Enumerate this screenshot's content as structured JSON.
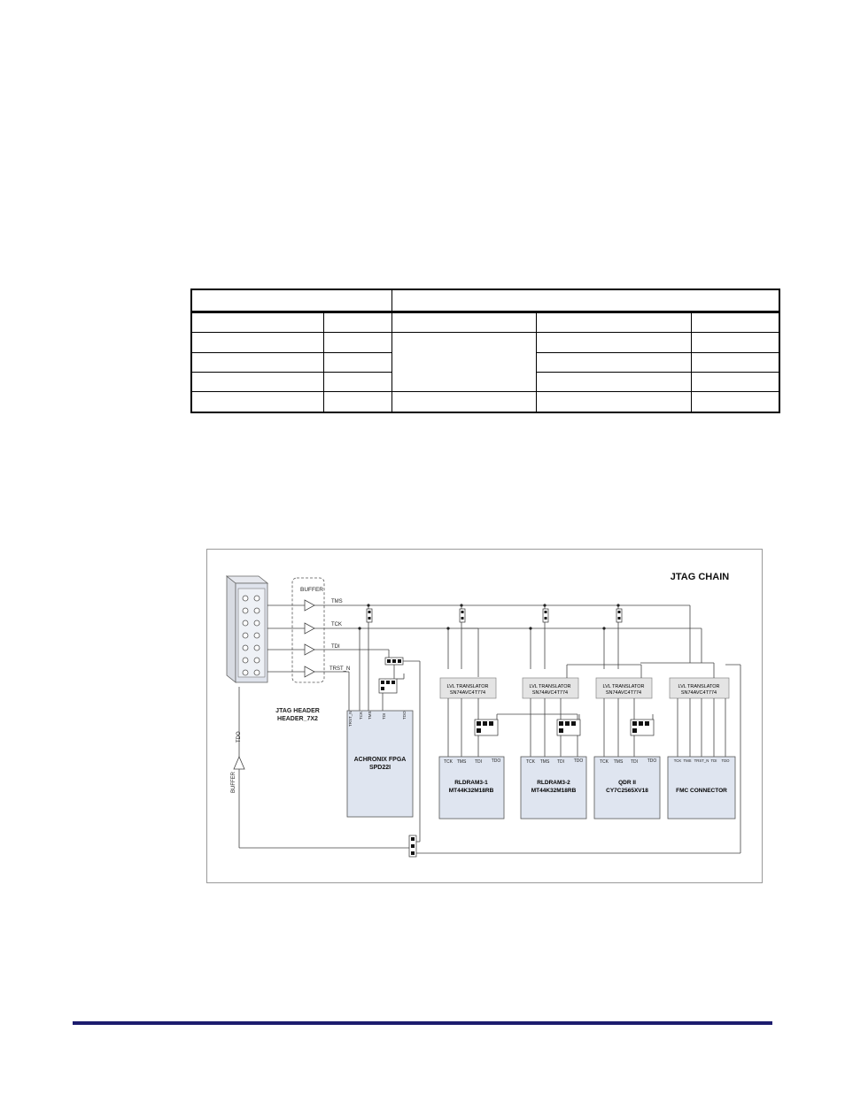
{
  "diagram": {
    "title": "JTAG CHAIN",
    "buffer_label": "BUFFER",
    "header_label_line1": "JTAG HEADER",
    "header_label_line2": "HEADER_7X2",
    "left_buffer_label": "BUFFER",
    "left_tdo_label": "TDO",
    "signals": {
      "tms": "TMS",
      "tck": "TCK",
      "tdi": "TDI",
      "trst": "TRST_N"
    },
    "fpga": {
      "name_line1": "ACHRONIX FPGA",
      "name_line2": "SPD22I",
      "pins": [
        "TRST_N",
        "TCK",
        "TMS",
        "TDI",
        "TDO"
      ]
    },
    "translator": {
      "line1": "LVL TRANSLATOR",
      "line2": "SN74AVC4T774"
    },
    "devices": [
      {
        "line1": "RLDRAM3-1",
        "line2": "MT44K32M18RB",
        "pins": [
          "TCK",
          "TMS",
          "TDI",
          "TDO"
        ]
      },
      {
        "line1": "RLDRAM3-2",
        "line2": "MT44K32M18RB",
        "pins": [
          "TCK",
          "TMS",
          "TDI",
          "TDO"
        ]
      },
      {
        "line1": "QDR II",
        "line2": "CY7C2565XV18",
        "pins": [
          "TCK",
          "TMS",
          "TDI",
          "TDO"
        ]
      },
      {
        "line1": "FMC CONNECTOR",
        "line2": "",
        "pins": [
          "TCK",
          "TMS",
          "TRST_N",
          "TDI",
          "TDO"
        ]
      }
    ]
  }
}
